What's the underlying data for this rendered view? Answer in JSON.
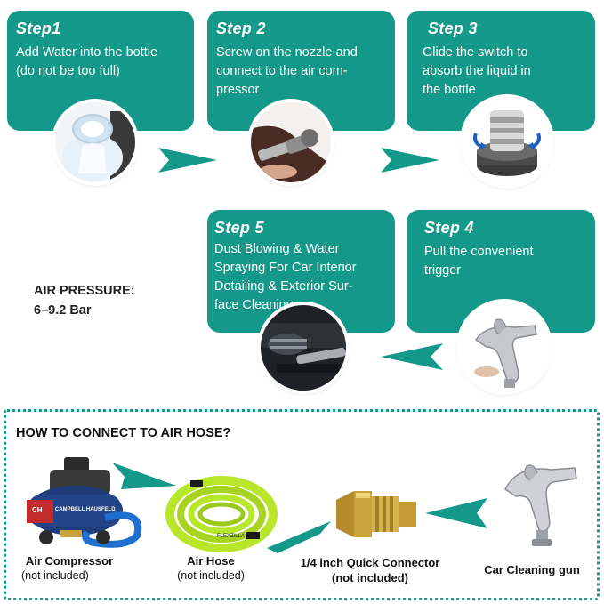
{
  "steps": [
    {
      "title": "Step1",
      "lines": [
        "Add Water into the bottle",
        "(do not be too full)"
      ]
    },
    {
      "title": "Step 2",
      "lines": [
        "Screw on the nozzle and",
        "connect to the air com-",
        "pressor"
      ]
    },
    {
      "title": "Step 3",
      "lines": [
        "Glide the switch to",
        "absorb the liquid in",
        "the bottle"
      ]
    },
    {
      "title": "Step 4",
      "lines": [
        "Pull the convenient",
        "trigger"
      ]
    },
    {
      "title": "Step 5",
      "lines": [
        "Dust Blowing & Water",
        "Spraying For Car Interior",
        "Detailing & Exterior Sur-",
        "face Cleaning"
      ]
    }
  ],
  "pressure": {
    "label": "AIR PRESSURE:",
    "value": "6–9.2 Bar"
  },
  "connect": {
    "title": "HOW TO CONNECT TO AIR HOSE?",
    "items": [
      {
        "name": "Air Compressor",
        "note": "(not included)"
      },
      {
        "name": "Air Hose",
        "note": "(not included)"
      },
      {
        "name": "1/4 inch Quick Connector",
        "note": "(not included)"
      },
      {
        "name": "Car Cleaning gun",
        "note": ""
      }
    ],
    "logo_text": "CAMPBELL HAUSFELD"
  },
  "colors": {
    "teal": "#14988a",
    "hose": "#b8e62a",
    "brass": "#c9a23a"
  }
}
